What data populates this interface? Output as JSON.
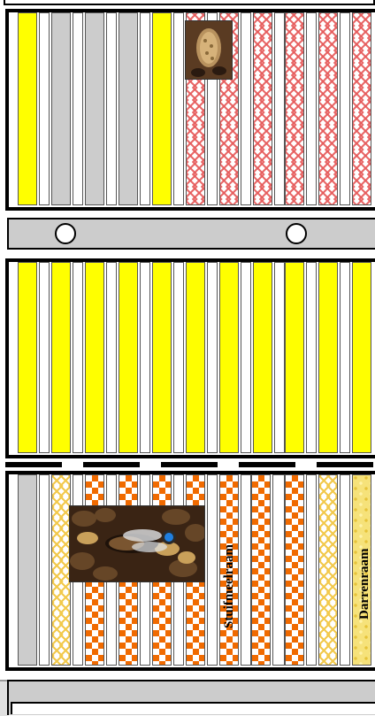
{
  "labels": {
    "stuifmeelraam": "Stuifmeelraam",
    "darrenraam": "Darrenraam"
  },
  "images": {
    "queen_cell": "queen-cell-photo",
    "marked_queen": "marked-queen-photo"
  },
  "colors": {
    "honey": "#ffff00",
    "empty": "#cccccc",
    "brood_pattern": "#e65a5a",
    "pollen_pattern": "#f06a00",
    "drone_pattern": "#f6e27a"
  }
}
